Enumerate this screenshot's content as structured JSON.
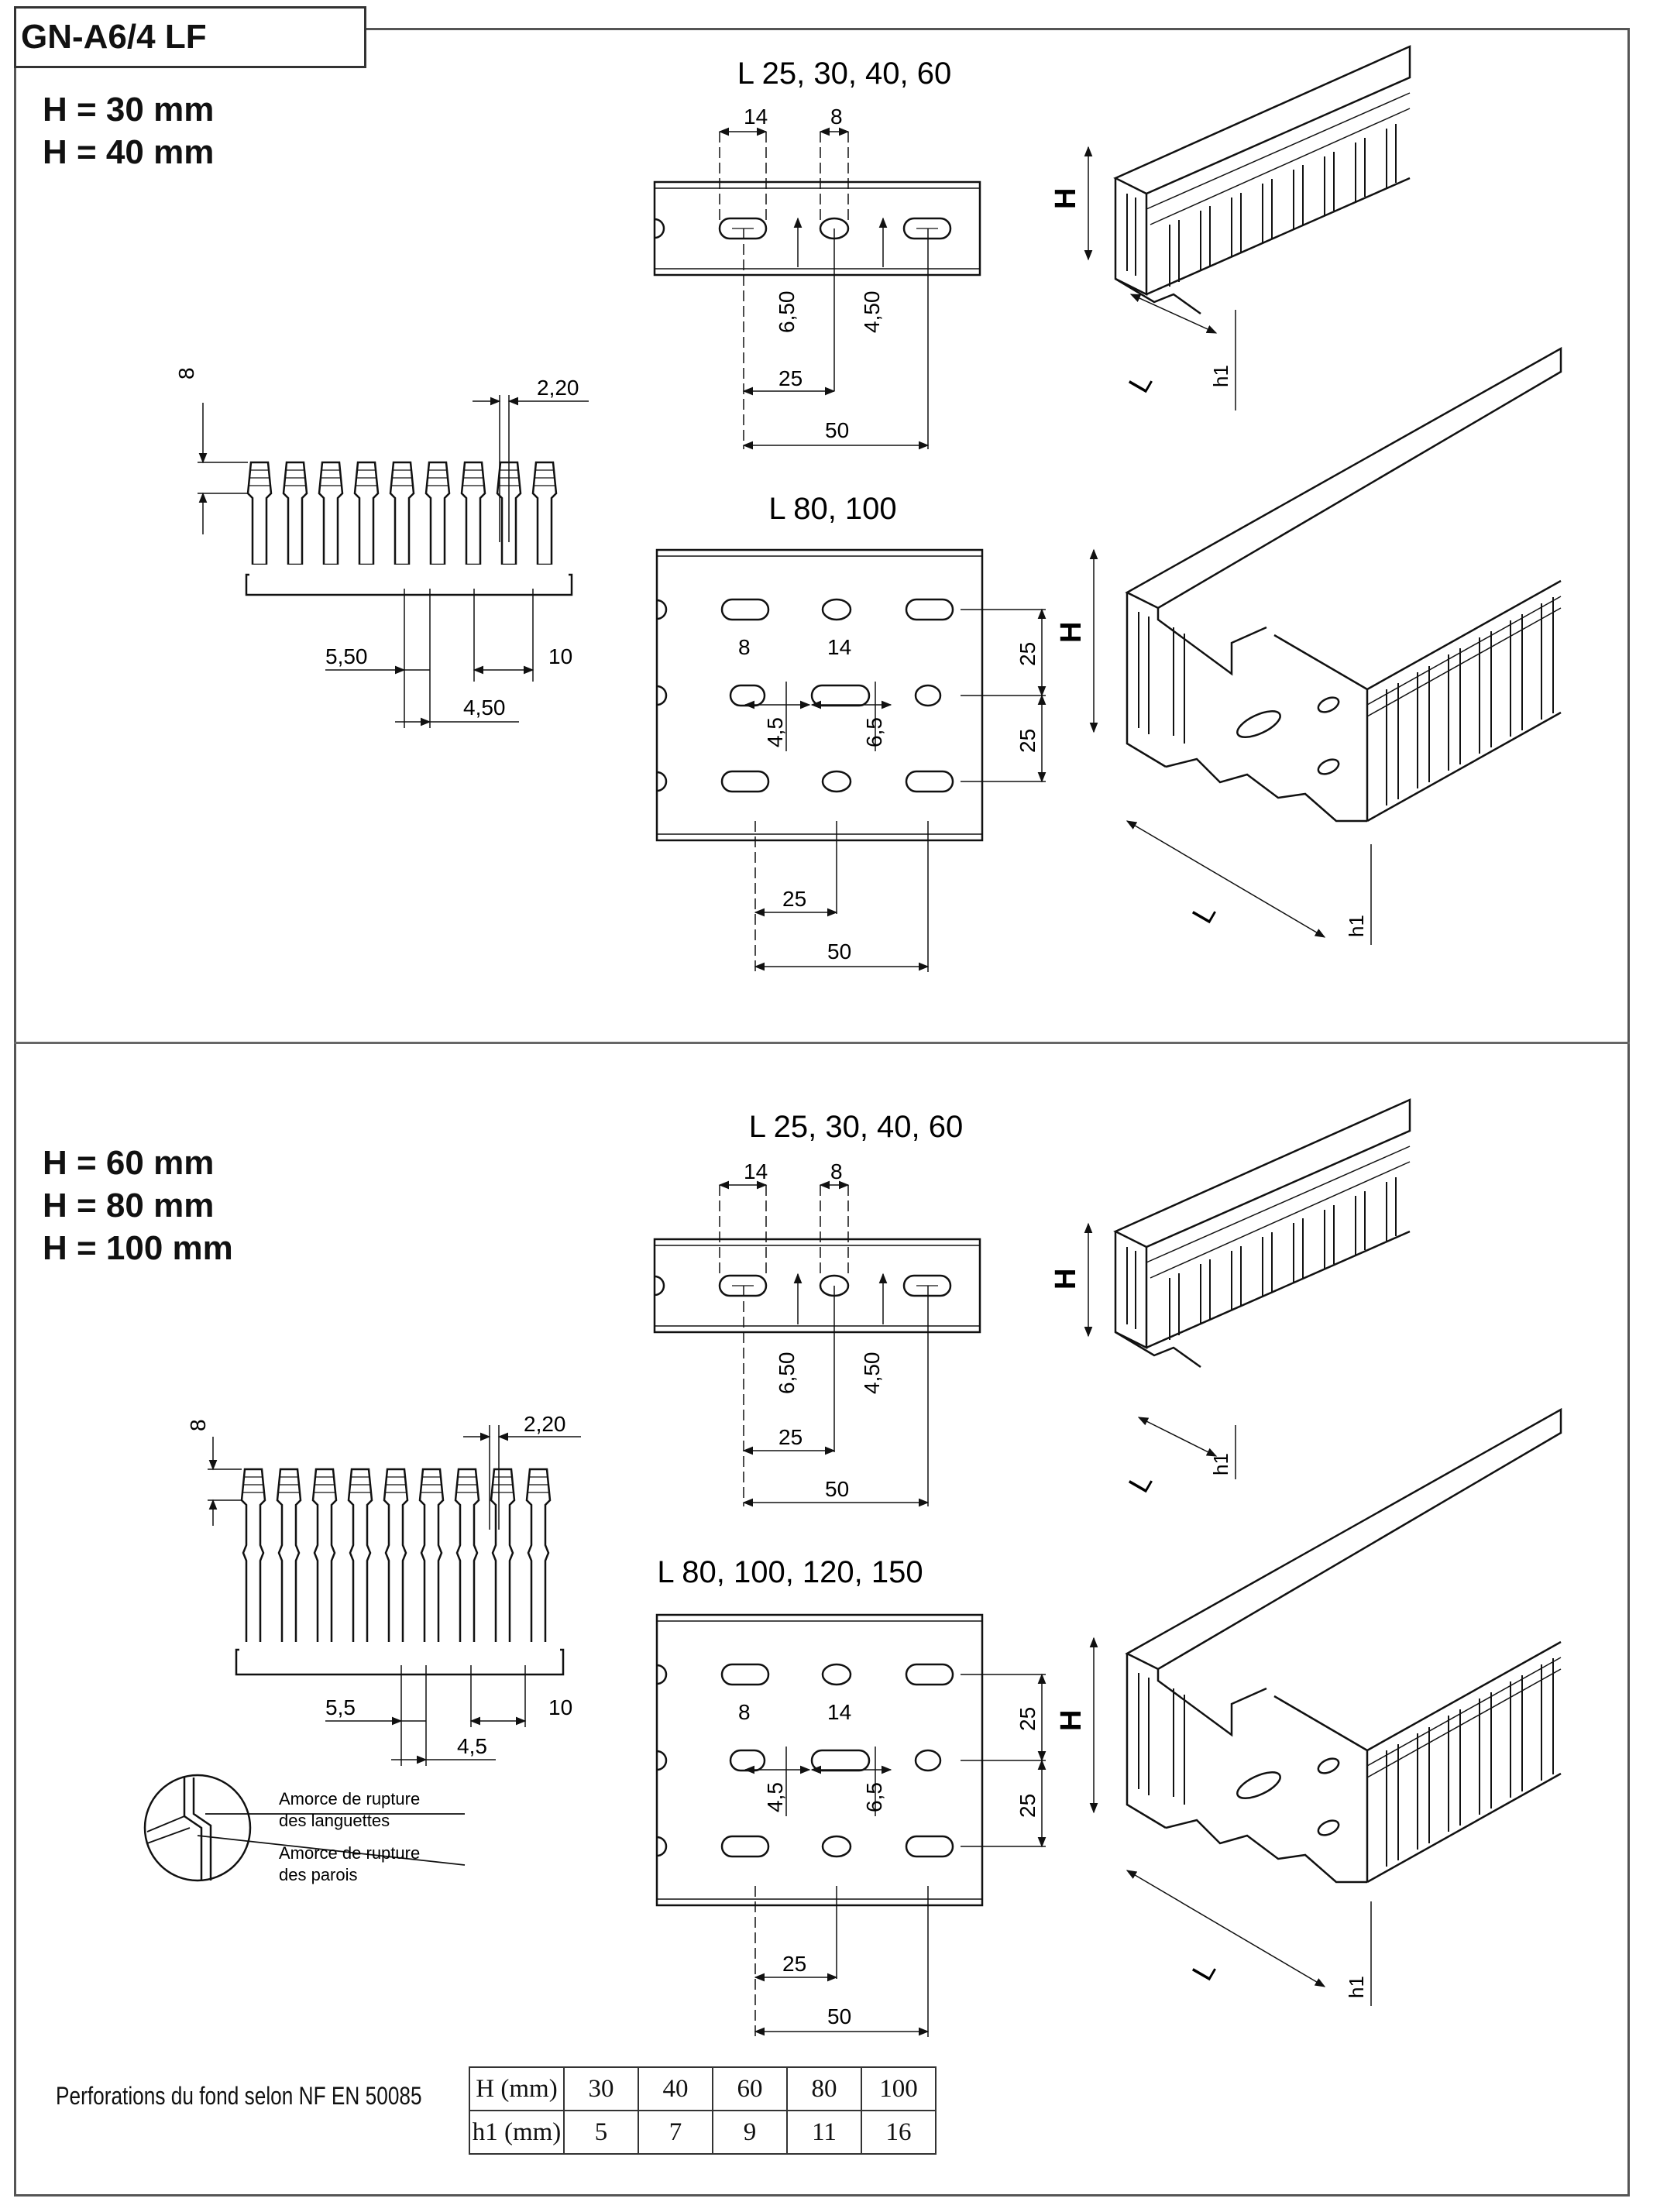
{
  "title": "GN-A6/4 LF",
  "sections": [
    {
      "heights": [
        "H = 30 mm",
        "H = 40 mm"
      ]
    },
    {
      "heights": [
        "H = 60 mm",
        "H = 80 mm",
        "H = 100 mm"
      ]
    }
  ],
  "widths": {
    "small_a": "L 25, 30, 40, 60",
    "large_a": "L 80, 100",
    "small_b": "L 25, 30, 40, 60",
    "large_b": "L 80, 100, 120, 150"
  },
  "dims": {
    "slot_len": "14",
    "hole_dia": "8",
    "d650": "6,50",
    "d450": "4,50",
    "pitch": "25",
    "span": "50",
    "d65": "6,5",
    "d45": "4,5",
    "tooth_h": "8",
    "gap": "2,20",
    "d550": "5,50",
    "d55": "5,5",
    "d10": "10",
    "H": "H",
    "L": "L",
    "h1": "h1"
  },
  "breaks": {
    "tabs": [
      "Amorce de rupture",
      "des languettes"
    ],
    "walls": [
      "Amorce de rupture",
      "des parois"
    ]
  },
  "note": "Perforations du fond selon NF EN 50085",
  "table": {
    "rows": [
      {
        "label": "H (mm)",
        "values": [
          "30",
          "40",
          "60",
          "80",
          "100"
        ]
      },
      {
        "label": "h1 (mm)",
        "values": [
          "5",
          "7",
          "9",
          "11",
          "16"
        ]
      }
    ]
  }
}
